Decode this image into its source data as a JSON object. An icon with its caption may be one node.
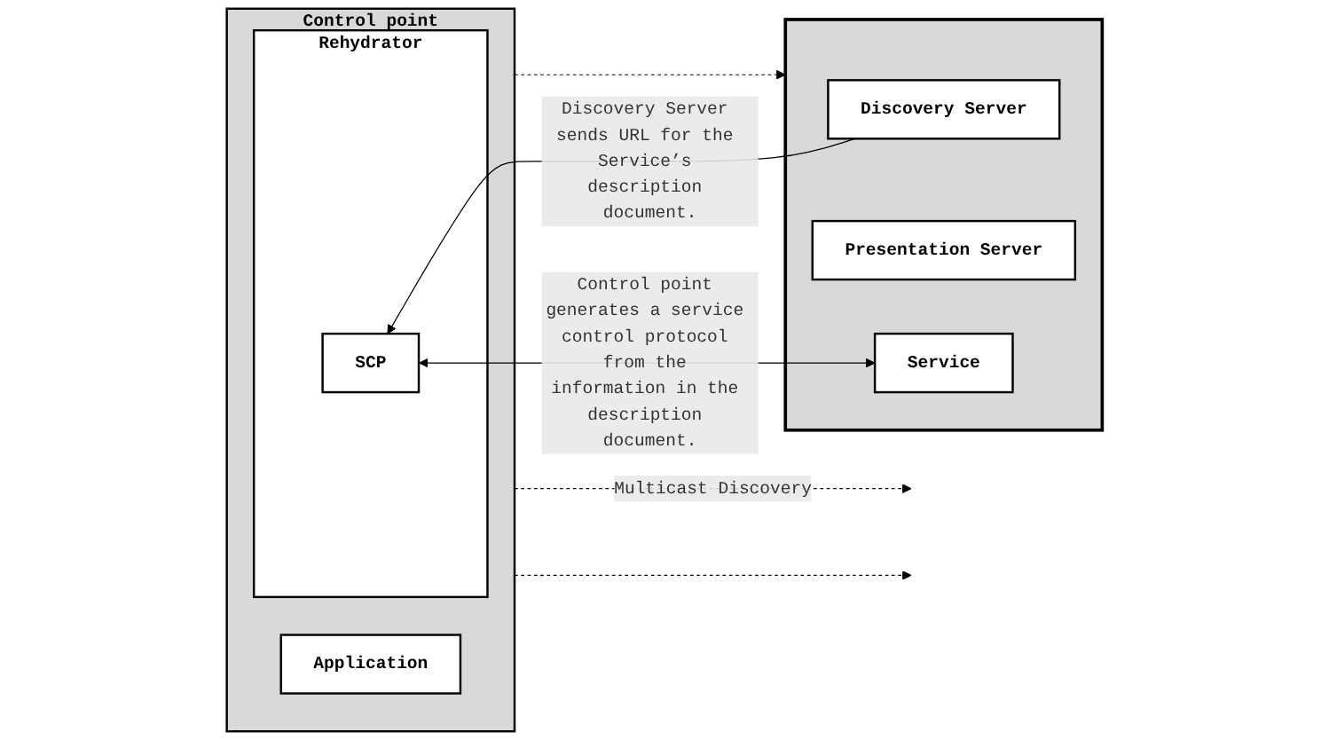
{
  "diagram": {
    "nodes": [
      {
        "text": [
          "Control point"
        ]
      },
      {
        "text": [
          "Application"
        ],
        "in": 0
      },
      {
        "text": [
          "Rehydrator"
        ],
        "in": 0
      },
      {
        "text": [
          "SCP"
        ],
        "in": 2
      },
      {
        "text": [],
        "shape": "box"
      },
      {
        "text": [
          "Discovery Server"
        ],
        "in": 4
      },
      {
        "text": [
          "Presentation Server"
        ],
        "in": 4
      },
      {
        "text": [
          "Service"
        ],
        "in": 4
      }
    ],
    "edges": [
      {
        "from": 0,
        "to": null,
        "arrow": "to",
        "style": "dashed",
        "label": "Multicast Discovery"
      },
      {
        "from": 0,
        "to": null,
        "arrow": "to",
        "style": "dashed"
      },
      {
        "from": 0,
        "to": 4,
        "arrow": "to",
        "style": "dashed"
      },
      {
        "from": 5,
        "to": 3,
        "arrow": "to",
        "label": "Discovery Server sends URL for the Service’s description document."
      },
      {
        "from": 3,
        "to": 7,
        "arrow": "both",
        "label": "Control point generates a service control protocol from the information in the description document."
      }
    ]
  }
}
